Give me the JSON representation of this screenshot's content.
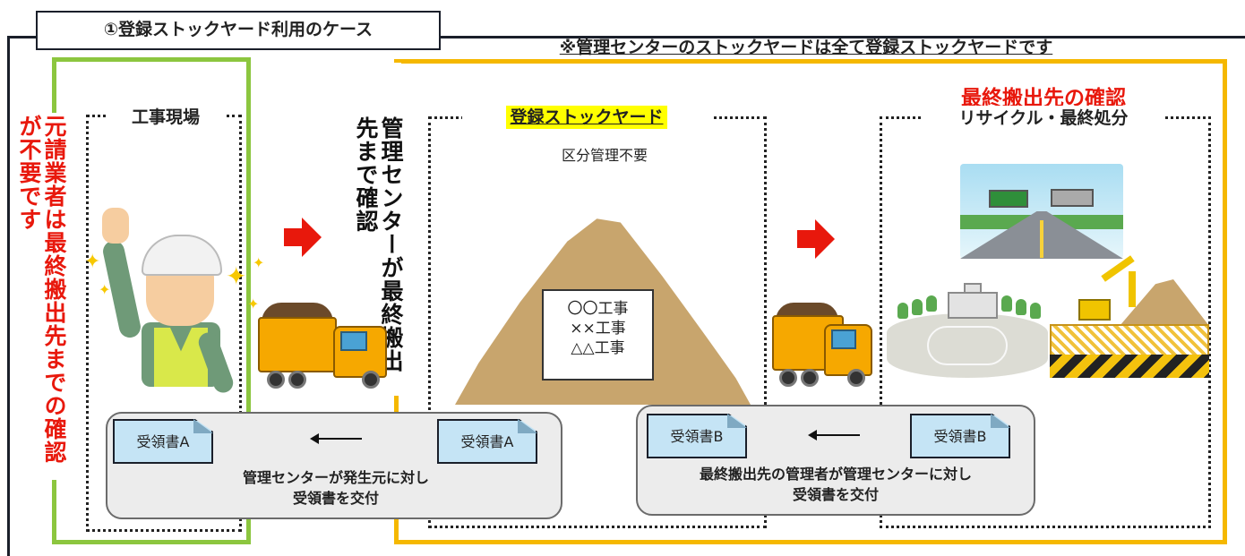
{
  "header": {
    "tab_title": "①登録ストックヤード利用のケース",
    "note": "※管理センターのストックヤードは全て登録ストックヤードです"
  },
  "side_text": {
    "contractor_note": "元請業者は最終搬出先までの確認が不要です",
    "center_note": "管理センターが最終搬出先まで確認"
  },
  "sections": {
    "construction_site": {
      "title": "工事現場"
    },
    "stockyard": {
      "title": "登録ストックヤード",
      "subtitle": "区分管理不要",
      "sign_lines": [
        "〇〇工事",
        "××工事",
        "△△工事"
      ]
    },
    "final_destination": {
      "heading": "最終搬出先の確認",
      "title": "リサイクル・最終処分"
    }
  },
  "receipt_a": {
    "doc_left": "受領書A",
    "doc_right": "受領書A",
    "caption_line1": "管理センターが発生元に対し",
    "caption_line2": "受領書を交付"
  },
  "receipt_b": {
    "doc_left": "受領書B",
    "doc_right": "受領書B",
    "caption_line1": "最終搬出先の管理者が管理センターに対し",
    "caption_line2": "受領書を交付"
  },
  "icons": [
    "construction-worker-icon",
    "dump-truck-icon",
    "soil-pile-icon",
    "highway-icon",
    "school-field-icon",
    "landfill-excavator-icon",
    "red-arrow-icon",
    "sparkle-icon",
    "receipt-document-icon"
  ],
  "colors": {
    "green_frame": "#8cc63f",
    "yellow_frame": "#f5b800",
    "red_text": "#e8180c",
    "highlight": "#ffff00",
    "document_fill": "#c5e4f5"
  }
}
